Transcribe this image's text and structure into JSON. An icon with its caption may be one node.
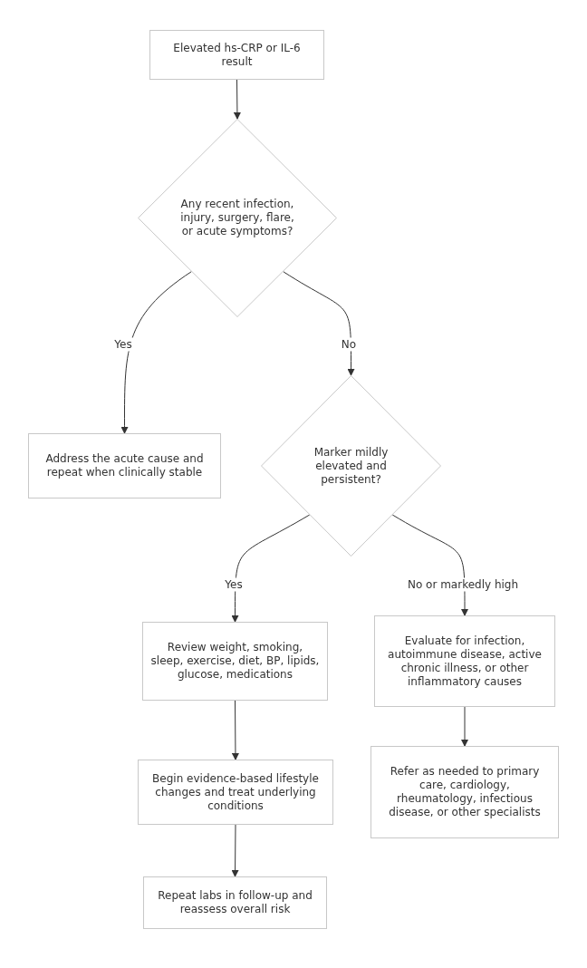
{
  "diagram": {
    "nodes": [
      {
        "text": [
          "Elevated hs-CRP or IL-6 result"
        ]
      },
      {
        "text": [
          "Any recent infection, injury, surgery, flare, or acute symptoms?"
        ]
      },
      {
        "text": [
          "Address the acute cause and repeat when clinically stable"
        ]
      },
      {
        "text": [
          "Marker mildly elevated and persistent?"
        ]
      },
      {
        "text": [
          "Review weight, smoking, sleep, exercise, diet, BP, lipids, glucose, medications"
        ]
      },
      {
        "text": [
          "Evaluate for infection, autoimmune disease, active chronic illness, or other inflammatory causes"
        ]
      },
      {
        "text": [
          "Begin evidence-based lifestyle changes and treat underlying conditions"
        ]
      },
      {
        "text": [
          "Refer as needed to primary care, cardiology, rheumatology, infectious disease, or other specialists"
        ]
      },
      {
        "text": [
          "Repeat labs in follow-up and reassess overall risk"
        ]
      }
    ],
    "edges": [
      {
        "from": 0,
        "to": 1,
        "arrow": "to"
      },
      {
        "from": 1,
        "to": 2,
        "arrow": "to",
        "label": "Yes"
      },
      {
        "from": 1,
        "to": 3,
        "arrow": "to",
        "label": "No"
      },
      {
        "from": 3,
        "to": 4,
        "arrow": "to",
        "label": "Yes"
      },
      {
        "from": 3,
        "to": 5,
        "arrow": "to",
        "label": "No or markedly high"
      },
      {
        "from": 4,
        "to": 6,
        "arrow": "to"
      },
      {
        "from": 5,
        "to": 7,
        "arrow": "to"
      },
      {
        "from": 6,
        "to": 8,
        "arrow": "to"
      }
    ]
  }
}
